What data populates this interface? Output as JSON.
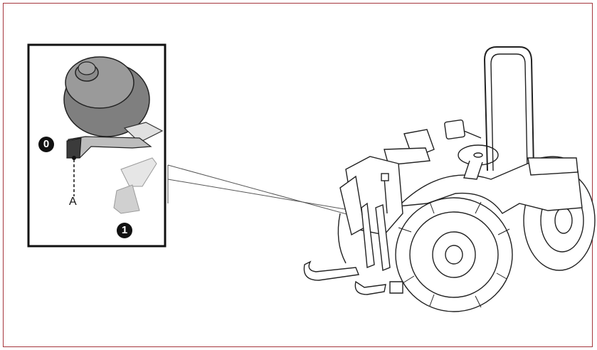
{
  "diagram": {
    "badge_zero": "0",
    "badge_one": "1",
    "label_a": "A"
  },
  "colors": {
    "frame_border": "#a5373d",
    "inset_border": "#111111",
    "knob_fill": "#8d8d8d",
    "lever_fill": "#b8b8b8",
    "lever_light": "#d4d4d4"
  }
}
